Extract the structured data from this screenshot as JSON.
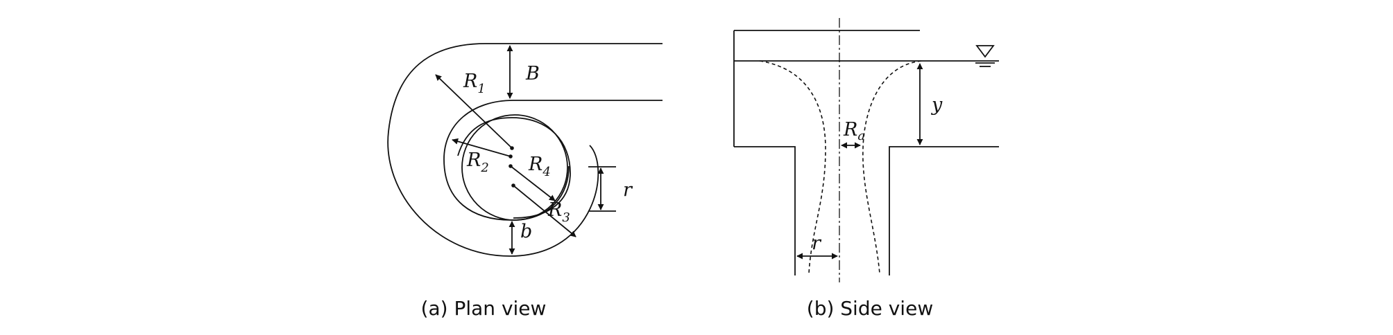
{
  "plan_view": {
    "caption": "(a) Plan view",
    "labels": {
      "B": "B",
      "R1": "R",
      "R1_sub": "1",
      "R2": "R",
      "R2_sub": "2",
      "R3": "R",
      "R3_sub": "3",
      "R4": "R",
      "R4_sub": "4",
      "r": "r",
      "b": "b"
    }
  },
  "side_view": {
    "caption": "(b) Side view",
    "labels": {
      "y": "y",
      "Ra": "R",
      "Ra_sub": "a",
      "r": "r"
    }
  }
}
